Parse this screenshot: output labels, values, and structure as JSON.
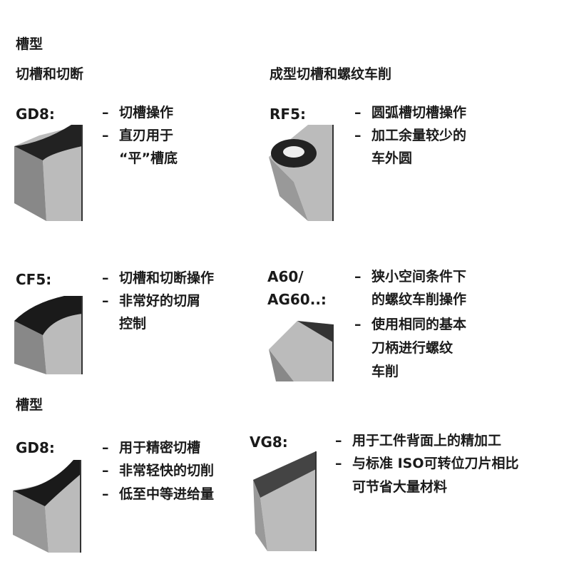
{
  "section1_title": "槽型",
  "col_left_title": "切槽和切断",
  "col_right_title": "成型切槽和螺纹车削",
  "bullet_dash": "–",
  "items": [
    {
      "code": "GD8:",
      "lines": [
        "切槽操作",
        "直刃用于",
        "“平”槽底"
      ]
    },
    {
      "code": "RF5:",
      "lines": [
        "圆弧槽切槽操作",
        "加工余量较少的",
        "车外圆"
      ]
    },
    {
      "code": "CF5:",
      "lines": [
        "切槽和切断操作",
        "非常好的切屑",
        "控制"
      ]
    },
    {
      "code1": "A60/",
      "code2": "AG60..:",
      "lines": [
        "狭小空间条件下",
        "的螺纹车削操作",
        "使用相同的基本",
        "刀柄进行螺纹",
        "车削"
      ]
    }
  ],
  "section2_title": "槽型",
  "items2": [
    {
      "code": "GD8:",
      "lines": [
        "用于精密切槽",
        "非常轻快的切削",
        "低至中等进给量"
      ]
    },
    {
      "code": "VG8:",
      "lines": [
        "用于工件背面上的精加工",
        "与标准 ISO可转位刀片相比",
        "可节省大量材料"
      ]
    }
  ]
}
